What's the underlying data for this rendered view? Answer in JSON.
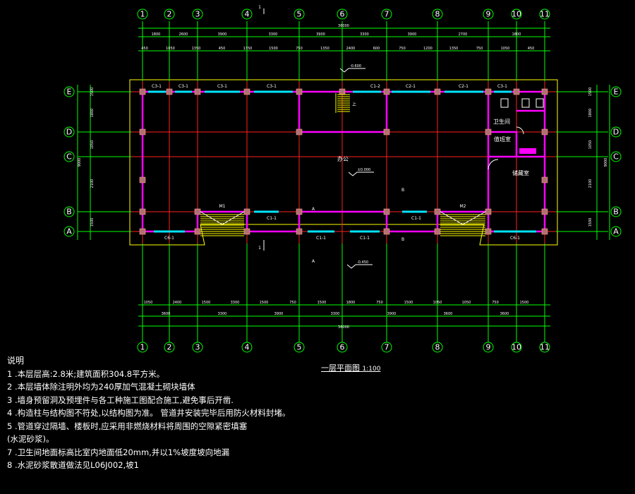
{
  "axes": {
    "vertical": [
      "1",
      "2",
      "3",
      "4",
      "5",
      "6",
      "7",
      "8",
      "9",
      "10",
      "11"
    ],
    "horizontal": [
      "E",
      "D",
      "C",
      "B",
      "A"
    ]
  },
  "section_marks": [
    "1",
    "1"
  ],
  "dims": {
    "top_total": "36000",
    "top_row1": [
      "1800",
      "2600",
      "3900",
      "3300",
      "3900",
      "3300",
      "3900",
      "2700",
      "1800"
    ],
    "top_row2": [
      "450",
      "1050",
      "1350",
      "450",
      "1350",
      "1500",
      "750",
      "1350",
      "2400",
      "600",
      "750",
      "1200",
      "1350",
      "750",
      "1050",
      "450"
    ],
    "bottom_total": "36000",
    "bottom_row1": [
      "3600",
      "3300",
      "3900",
      "3300",
      "3900",
      "3600",
      "3600"
    ],
    "bottom_row2": [
      "1050",
      "2400",
      "1500",
      "3300",
      "1500",
      "750",
      "1500",
      "1800",
      "750",
      "1500",
      "1050",
      "1050",
      "750",
      "1500"
    ],
    "left": [
      "1500",
      "1800",
      "1050",
      "2100",
      "1500"
    ],
    "left_total": "9000",
    "right": [
      "1500",
      "1800",
      "1050",
      "2100",
      "1500"
    ],
    "right_total": "9000"
  },
  "windows_top": [
    "C3-1",
    "C3-1",
    "C3-1",
    "C3-1",
    "C1-2",
    "C2-1",
    "C2-1",
    "C3-1"
  ],
  "windows_bottom": [
    "C6-1",
    "C1-1",
    "C1-1",
    "C1-1",
    "C1-1",
    "C6-1"
  ],
  "doors": [
    "M1",
    "M2"
  ],
  "rooms": {
    "office": "办公",
    "toilet": "卫生间",
    "janitor": "值班室",
    "storage": "储藏室"
  },
  "levels": {
    "top": "-0.600",
    "mid": "±0.000",
    "bottom": "-0.450"
  },
  "marks": {
    "a": "A",
    "b": "B",
    "stair": "上"
  },
  "plan_title": "一层平面图",
  "plan_scale": "1:100",
  "notes": {
    "title": "说明",
    "items": [
      "1 .本层层高:2.8米;建筑面积304.8平方米。",
      "2 .本层墙体除注明外均为240厚加气混凝土砌块墙体",
      "3 .墙身预留洞及预埋件与各工种施工图配合施工,避免事后开凿.",
      "4 .构造柱与结构图不符处,以结构图为准。        管道井安装完毕后用防火材料封堵。",
      "5 .管道穿过隔墙、楼板时,应采用非燃烧材料将周围的空隙紧密填塞",
      "    (水泥砂浆)。",
      "7 .卫生间地面标高比室内地面低20mm,并以1%坡度坡向地漏",
      "8 .水泥砂浆散道做法见L06J002,坡1"
    ]
  },
  "colors": {
    "background": "#000000",
    "axis": "#00ff00",
    "grid": "#ff2020",
    "wall": "#ff00ff",
    "window": "#00e5ff",
    "stair": "#ffff00",
    "text": "#ffffff"
  }
}
